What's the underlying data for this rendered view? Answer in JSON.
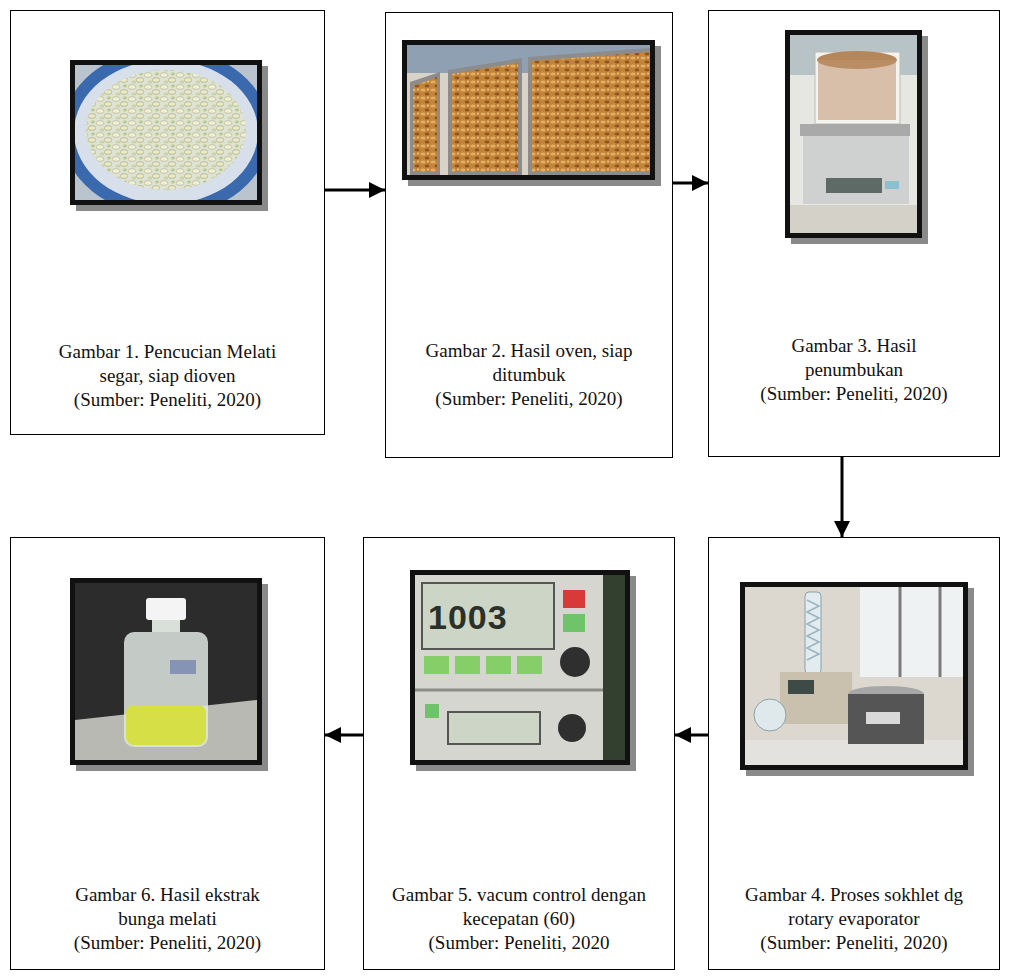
{
  "diagram": {
    "nodes": [
      {
        "text": [
          "Gambar 1. Pencucian Melati segar, siap dioven",
          "(Sumber: Peneliti, 2020)"
        ]
      },
      {
        "text": [
          "Gambar 2. Hasil oven, siap ditumbuk",
          "(Sumber: Peneliti, 2020)"
        ]
      },
      {
        "text": [
          "Gambar 3. Hasil penumbukan",
          "(Sumber: Peneliti, 2020)"
        ]
      },
      {
        "text": [
          "Gambar 4. Proses sokhlet dg rotary evaporator",
          "(Sumber: Peneliti, 2020)"
        ]
      },
      {
        "text": [
          "Gambar 5. vacum control dengan kecepatan (60)",
          "(Sumber: Peneliti, 2020"
        ]
      },
      {
        "text": [
          "Gambar 6. Hasil ekstrak bunga melati",
          "(Sumber: Peneliti, 2020)"
        ]
      }
    ],
    "edges": [
      {
        "from": 0,
        "to": 1,
        "arrow": "to"
      },
      {
        "from": 1,
        "to": 2,
        "arrow": "to"
      },
      {
        "from": 2,
        "to": 3,
        "arrow": "to"
      },
      {
        "from": 3,
        "to": 4,
        "arrow": "to"
      },
      {
        "from": 4,
        "to": 5,
        "arrow": "to"
      }
    ],
    "labels": [
      "1003"
    ]
  }
}
